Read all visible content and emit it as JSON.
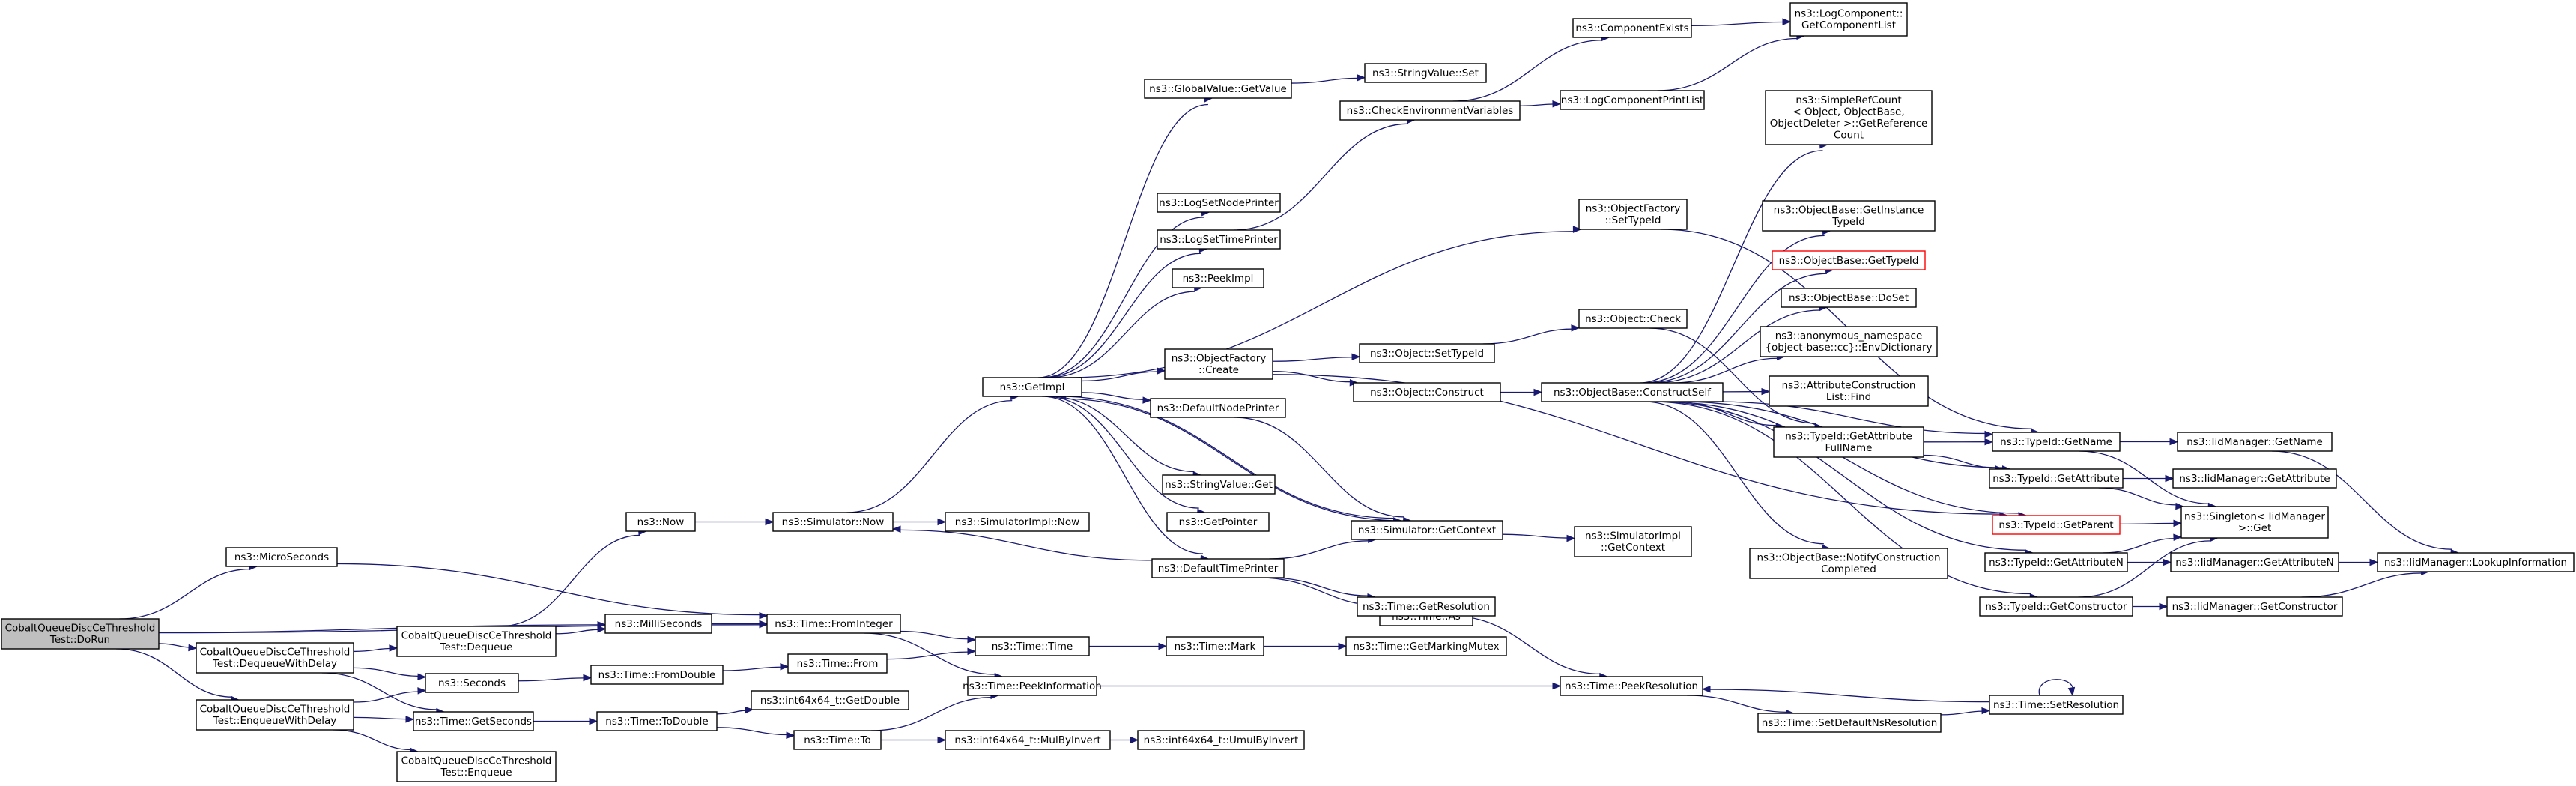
{
  "nodes": [
    {
      "id": "doRun",
      "lines": [
        "CobaltQueueDiscCeThreshold",
        "Test::DoRun"
      ],
      "style": "root"
    },
    {
      "id": "microSeconds",
      "lines": [
        "ns3::MicroSeconds"
      ]
    },
    {
      "id": "milliSeconds",
      "lines": [
        "ns3::MilliSeconds"
      ]
    },
    {
      "id": "dequeueWithDelay",
      "lines": [
        "CobaltQueueDiscCeThreshold",
        "Test::DequeueWithDelay"
      ]
    },
    {
      "id": "enqueueWithDelay",
      "lines": [
        "CobaltQueueDiscCeThreshold",
        "Test::EnqueueWithDelay"
      ]
    },
    {
      "id": "dequeue",
      "lines": [
        "CobaltQueueDiscCeThreshold",
        "Test::Dequeue"
      ]
    },
    {
      "id": "seconds",
      "lines": [
        "ns3::Seconds"
      ]
    },
    {
      "id": "getSeconds",
      "lines": [
        "ns3::Time::GetSeconds"
      ]
    },
    {
      "id": "enqueue",
      "lines": [
        "CobaltQueueDiscCeThreshold",
        "Test::Enqueue"
      ]
    },
    {
      "id": "now",
      "lines": [
        "ns3::Now"
      ]
    },
    {
      "id": "simNow",
      "lines": [
        "ns3::Simulator::Now"
      ]
    },
    {
      "id": "simImplNow",
      "lines": [
        "ns3::SimulatorImpl::Now"
      ]
    },
    {
      "id": "fromInteger",
      "lines": [
        "ns3::Time::FromInteger"
      ]
    },
    {
      "id": "fromDouble",
      "lines": [
        "ns3::Time::FromDouble"
      ]
    },
    {
      "id": "toDouble",
      "lines": [
        "ns3::Time::ToDouble"
      ]
    },
    {
      "id": "getImpl",
      "lines": [
        "ns3::GetImpl"
      ]
    },
    {
      "id": "time",
      "lines": [
        "ns3::Time::Time"
      ]
    },
    {
      "id": "from",
      "lines": [
        "ns3::Time::From"
      ]
    },
    {
      "id": "peekInformation",
      "lines": [
        "ns3::Time::PeekInformation"
      ]
    },
    {
      "id": "getDouble",
      "lines": [
        "ns3::int64x64_t::GetDouble"
      ]
    },
    {
      "id": "to",
      "lines": [
        "ns3::Time::To"
      ]
    },
    {
      "id": "mulByInvert",
      "lines": [
        "ns3::int64x64_t::MulByInvert"
      ]
    },
    {
      "id": "umulByInvert",
      "lines": [
        "ns3::int64x64_t::UmulByInvert"
      ]
    },
    {
      "id": "globalValueGetValue",
      "lines": [
        "ns3::GlobalValue::GetValue"
      ]
    },
    {
      "id": "stringValueSet",
      "lines": [
        "ns3::StringValue::Set"
      ]
    },
    {
      "id": "logSetNodePrinter",
      "lines": [
        "ns3::LogSetNodePrinter"
      ]
    },
    {
      "id": "logSetTimePrinter",
      "lines": [
        "ns3::LogSetTimePrinter"
      ]
    },
    {
      "id": "peekImpl",
      "lines": [
        "ns3::PeekImpl"
      ]
    },
    {
      "id": "objectFactoryCreate",
      "lines": [
        "ns3::ObjectFactory",
        "::Create"
      ]
    },
    {
      "id": "defaultNodePrinter",
      "lines": [
        "ns3::DefaultNodePrinter"
      ]
    },
    {
      "id": "stringValueGet",
      "lines": [
        "ns3::StringValue::Get"
      ]
    },
    {
      "id": "getPointer",
      "lines": [
        "ns3::GetPointer"
      ]
    },
    {
      "id": "defaultTimePrinter",
      "lines": [
        "ns3::DefaultTimePrinter"
      ]
    },
    {
      "id": "checkEnvVars",
      "lines": [
        "ns3::CheckEnvironmentVariables"
      ]
    },
    {
      "id": "objectSetTypeId",
      "lines": [
        "ns3::Object::SetTypeId"
      ]
    },
    {
      "id": "objectConstruct",
      "lines": [
        "ns3::Object::Construct"
      ]
    },
    {
      "id": "simGetContext",
      "lines": [
        "ns3::Simulator::GetContext"
      ]
    },
    {
      "id": "timeAs",
      "lines": [
        "ns3::Time::As"
      ]
    },
    {
      "id": "getResolution",
      "lines": [
        "ns3::Time::GetResolution"
      ]
    },
    {
      "id": "componentExists",
      "lines": [
        "ns3::ComponentExists"
      ]
    },
    {
      "id": "logComponentPrintList",
      "lines": [
        "ns3::LogComponentPrintList"
      ]
    },
    {
      "id": "objectFactorySetTypeId",
      "lines": [
        "ns3::ObjectFactory",
        "::SetTypeId"
      ]
    },
    {
      "id": "objectCheck",
      "lines": [
        "ns3::Object::Check"
      ]
    },
    {
      "id": "objectBaseConstructSelf",
      "lines": [
        "ns3::ObjectBase::ConstructSelf"
      ]
    },
    {
      "id": "simImplGetContext",
      "lines": [
        "ns3::SimulatorImpl",
        "::GetContext"
      ]
    },
    {
      "id": "getMarkingMutex",
      "lines": [
        "ns3::Time::GetMarkingMutex"
      ]
    },
    {
      "id": "mark",
      "lines": [
        "ns3::Time::Mark"
      ]
    },
    {
      "id": "peekResolution",
      "lines": [
        "ns3::Time::PeekResolution"
      ]
    },
    {
      "id": "logComponentGetList",
      "lines": [
        "ns3::LogComponent::",
        "GetComponentList"
      ]
    },
    {
      "id": "simpleRefCountGetRef",
      "lines": [
        "ns3::SimpleRefCount",
        "< Object, ObjectBase,",
        " ObjectDeleter >::GetReference",
        "Count"
      ]
    },
    {
      "id": "getInstanceTypeId",
      "lines": [
        "ns3::ObjectBase::GetInstance",
        "TypeId"
      ]
    },
    {
      "id": "objectBaseGetTypeId",
      "lines": [
        "ns3::ObjectBase::GetTypeId"
      ],
      "style": "trunc"
    },
    {
      "id": "doSet",
      "lines": [
        "ns3::ObjectBase::DoSet"
      ]
    },
    {
      "id": "envDictionary",
      "lines": [
        "ns3::anonymous_namespace",
        "{object-base::cc}::EnvDictionary"
      ]
    },
    {
      "id": "attrConstructionListFind",
      "lines": [
        "ns3::AttributeConstruction",
        "List::Find"
      ]
    },
    {
      "id": "getAttributeFullName",
      "lines": [
        "ns3::TypeId::GetAttribute",
        "FullName"
      ]
    },
    {
      "id": "notifyConstructionCompleted",
      "lines": [
        "ns3::ObjectBase::NotifyConstruction",
        "Completed"
      ]
    },
    {
      "id": "setDefaultNsResolution",
      "lines": [
        "ns3::Time::SetDefaultNsResolution"
      ]
    },
    {
      "id": "typeIdGetName",
      "lines": [
        "ns3::TypeId::GetName"
      ]
    },
    {
      "id": "typeIdGetAttribute",
      "lines": [
        "ns3::TypeId::GetAttribute"
      ]
    },
    {
      "id": "typeIdGetParent",
      "lines": [
        "ns3::TypeId::GetParent"
      ],
      "style": "trunc"
    },
    {
      "id": "typeIdGetAttributeN",
      "lines": [
        "ns3::TypeId::GetAttributeN"
      ]
    },
    {
      "id": "typeIdGetConstructor",
      "lines": [
        "ns3::TypeId::GetConstructor"
      ]
    },
    {
      "id": "setResolution",
      "lines": [
        "ns3::Time::SetResolution"
      ]
    },
    {
      "id": "iidGetName",
      "lines": [
        "ns3::IidManager::GetName"
      ]
    },
    {
      "id": "iidGetAttribute",
      "lines": [
        "ns3::IidManager::GetAttribute"
      ]
    },
    {
      "id": "singletonGet",
      "lines": [
        "ns3::Singleton< IidManager",
        " >::Get"
      ]
    },
    {
      "id": "iidGetAttributeN",
      "lines": [
        "ns3::IidManager::GetAttributeN"
      ]
    },
    {
      "id": "iidGetConstructor",
      "lines": [
        "ns3::IidManager::GetConstructor"
      ]
    },
    {
      "id": "iidLookupInformation",
      "lines": [
        "ns3::IidManager::LookupInformation"
      ]
    }
  ],
  "edges": [
    [
      "doRun",
      "microSeconds"
    ],
    [
      "doRun",
      "milliSeconds"
    ],
    [
      "doRun",
      "dequeueWithDelay"
    ],
    [
      "doRun",
      "enqueueWithDelay"
    ],
    [
      "doRun",
      "fromInteger"
    ],
    [
      "microSeconds",
      "fromInteger"
    ],
    [
      "milliSeconds",
      "fromInteger"
    ],
    [
      "dequeueWithDelay",
      "dequeue"
    ],
    [
      "dequeueWithDelay",
      "seconds"
    ],
    [
      "dequeueWithDelay",
      "getSeconds"
    ],
    [
      "enqueueWithDelay",
      "seconds"
    ],
    [
      "enqueueWithDelay",
      "getSeconds"
    ],
    [
      "enqueueWithDelay",
      "enqueue"
    ],
    [
      "dequeue",
      "now"
    ],
    [
      "dequeue",
      "milliSeconds"
    ],
    [
      "seconds",
      "fromDouble"
    ],
    [
      "getSeconds",
      "toDouble"
    ],
    [
      "now",
      "simNow"
    ],
    [
      "simNow",
      "getImpl"
    ],
    [
      "simNow",
      "simImplNow"
    ],
    [
      "fromInteger",
      "time"
    ],
    [
      "fromInteger",
      "peekInformation"
    ],
    [
      "fromDouble",
      "from"
    ],
    [
      "from",
      "time"
    ],
    [
      "toDouble",
      "getDouble"
    ],
    [
      "toDouble",
      "to"
    ],
    [
      "to",
      "peekInformation"
    ],
    [
      "to",
      "mulByInvert"
    ],
    [
      "mulByInvert",
      "umulByInvert"
    ],
    [
      "time",
      "mark"
    ],
    [
      "mark",
      "getMarkingMutex"
    ],
    [
      "peekInformation",
      "peekResolution"
    ],
    [
      "getImpl",
      "globalValueGetValue"
    ],
    [
      "getImpl",
      "logSetNodePrinter"
    ],
    [
      "getImpl",
      "logSetTimePrinter"
    ],
    [
      "getImpl",
      "peekImpl"
    ],
    [
      "getImpl",
      "objectFactoryCreate"
    ],
    [
      "getImpl",
      "defaultNodePrinter"
    ],
    [
      "getImpl",
      "stringValueGet"
    ],
    [
      "getImpl",
      "getPointer"
    ],
    [
      "getImpl",
      "defaultTimePrinter"
    ],
    [
      "getImpl",
      "simGetContext"
    ],
    [
      "getImpl",
      "objectFactorySetTypeId"
    ],
    [
      "globalValueGetValue",
      "stringValueSet"
    ],
    [
      "logSetTimePrinter",
      "checkEnvVars"
    ],
    [
      "checkEnvVars",
      "componentExists"
    ],
    [
      "checkEnvVars",
      "logComponentPrintList"
    ],
    [
      "componentExists",
      "logComponentGetList"
    ],
    [
      "logComponentPrintList",
      "logComponentGetList"
    ],
    [
      "objectFactoryCreate",
      "objectSetTypeId"
    ],
    [
      "objectFactoryCreate",
      "objectConstruct"
    ],
    [
      "objectFactoryCreate",
      "typeIdGetParent"
    ],
    [
      "objectSetTypeId",
      "objectCheck"
    ],
    [
      "objectConstruct",
      "objectBaseConstructSelf"
    ],
    [
      "defaultNodePrinter",
      "simGetContext"
    ],
    [
      "defaultTimePrinter",
      "simNow"
    ],
    [
      "defaultTimePrinter",
      "timeAs"
    ],
    [
      "defaultTimePrinter",
      "getResolution"
    ],
    [
      "defaultTimePrinter",
      "simGetContext"
    ],
    [
      "getResolution",
      "peekResolution"
    ],
    [
      "simGetContext",
      "simImplGetContext"
    ],
    [
      "simGetContext",
      "getImpl"
    ],
    [
      "objectFactorySetTypeId",
      "typeIdGetName"
    ],
    [
      "objectCheck",
      "getAttributeFullName"
    ],
    [
      "objectBaseConstructSelf",
      "simpleRefCountGetRef"
    ],
    [
      "objectBaseConstructSelf",
      "getInstanceTypeId"
    ],
    [
      "objectBaseConstructSelf",
      "objectBaseGetTypeId"
    ],
    [
      "objectBaseConstructSelf",
      "doSet"
    ],
    [
      "objectBaseConstructSelf",
      "envDictionary"
    ],
    [
      "objectBaseConstructSelf",
      "attrConstructionListFind"
    ],
    [
      "objectBaseConstructSelf",
      "getAttributeFullName"
    ],
    [
      "objectBaseConstructSelf",
      "notifyConstructionCompleted"
    ],
    [
      "objectBaseConstructSelf",
      "typeIdGetName"
    ],
    [
      "objectBaseConstructSelf",
      "typeIdGetAttribute"
    ],
    [
      "objectBaseConstructSelf",
      "typeIdGetParent"
    ],
    [
      "objectBaseConstructSelf",
      "typeIdGetAttributeN"
    ],
    [
      "objectBaseConstructSelf",
      "typeIdGetConstructor"
    ],
    [
      "getAttributeFullName",
      "typeIdGetName"
    ],
    [
      "getAttributeFullName",
      "typeIdGetAttribute"
    ],
    [
      "typeIdGetName",
      "iidGetName"
    ],
    [
      "typeIdGetName",
      "singletonGet"
    ],
    [
      "typeIdGetAttribute",
      "iidGetAttribute"
    ],
    [
      "typeIdGetAttribute",
      "singletonGet"
    ],
    [
      "typeIdGetParent",
      "singletonGet"
    ],
    [
      "typeIdGetAttributeN",
      "iidGetAttributeN"
    ],
    [
      "typeIdGetAttributeN",
      "singletonGet"
    ],
    [
      "typeIdGetConstructor",
      "iidGetConstructor"
    ],
    [
      "typeIdGetConstructor",
      "singletonGet"
    ],
    [
      "iidGetName",
      "iidLookupInformation"
    ],
    [
      "iidGetAttributeN",
      "iidLookupInformation"
    ],
    [
      "iidGetConstructor",
      "iidLookupInformation"
    ],
    [
      "peekResolution",
      "setDefaultNsResolution"
    ],
    [
      "setDefaultNsResolution",
      "setResolution"
    ],
    [
      "setResolution",
      "peekResolution"
    ],
    [
      "setResolution",
      "setResolution"
    ]
  ]
}
